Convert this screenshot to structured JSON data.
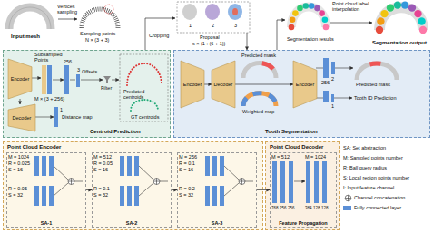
{
  "diagram": {
    "nodes": [
      {
        "text": [
          "Centroid Prediction"
        ]
      },
      {
        "text": [
          "Encoder"
        ],
        "in": 0
      },
      {
        "text": [
          "Decoder"
        ],
        "in": 0
      },
      {
        "text": [
          "Tooth Segmentation"
        ]
      },
      {
        "text": [
          "Encoder"
        ],
        "in": 3
      },
      {
        "text": [
          "Decoder"
        ],
        "in": 3
      },
      {
        "text": [
          "Encoder"
        ],
        "in": 3
      },
      {
        "text": [
          "Point Cloud Encoder"
        ]
      },
      {
        "text": [
          "SA-1"
        ],
        "in": 7
      },
      {
        "text": [
          "SA-2"
        ],
        "in": 7
      },
      {
        "text": [
          "SA-3"
        ],
        "in": 7
      },
      {
        "text": [
          "Point Cloud Decoder"
        ]
      },
      {
        "text": [
          "Feature Propagation"
        ],
        "in": 11
      }
    ],
    "edges": [
      {
        "from": 1,
        "to": 2,
        "arrow": "to"
      },
      {
        "from": 4,
        "to": 5,
        "arrow": "to"
      },
      {
        "from": 5,
        "to": 6,
        "arrow": "to"
      },
      {
        "from": 8,
        "to": 9,
        "arrow": "to"
      },
      {
        "from": 9,
        "to": 10,
        "arrow": "to"
      },
      {
        "from": 10,
        "to": 12,
        "arrow": "to"
      }
    ],
    "labels": [
      "Input mesh",
      "Vertices sampling",
      "Sampling points",
      "N × (3 + 3)",
      "Cropping",
      "1",
      "2",
      "3",
      "Proposal",
      "s × (1 : (6 + 1))",
      "Point cloud label interpolation",
      "Segmentation results",
      "Segmentation output",
      "Subsampled Points",
      "M × (3 + 256)",
      "256",
      "3",
      "Offsets",
      "Filter",
      "1",
      "Distance map",
      "Predicted centroids",
      "GT centroids",
      "Predicted mask",
      "Weighted map",
      "256",
      "2",
      "1",
      "Predicted mask",
      "Tooth ID Prediction",
      "M = 1024",
      "R = 0.025",
      "S = 16",
      "R = 0.05",
      "S = 32",
      "M = 512",
      "R = 0.05",
      "S = 16",
      "R = 0.1",
      "S = 32",
      "M = 256",
      "R = 0.1",
      "S = 16",
      "R = 0.2",
      "S = 32",
      "M = 512",
      "M = 1024",
      "768",
      "256",
      "256",
      "384",
      "128",
      "128"
    ],
    "legend": [
      {
        "text": "SA: Set abstraction"
      },
      {
        "text": "M: Sampled points number"
      },
      {
        "text": "R: Ball query radius"
      },
      {
        "text": "S: Local region points number"
      },
      {
        "text": "I: Input feature channel"
      },
      {
        "text": "Channel concatenation"
      },
      {
        "text": "Fully connected layer",
        "color": "#5b8fd6"
      }
    ]
  }
}
